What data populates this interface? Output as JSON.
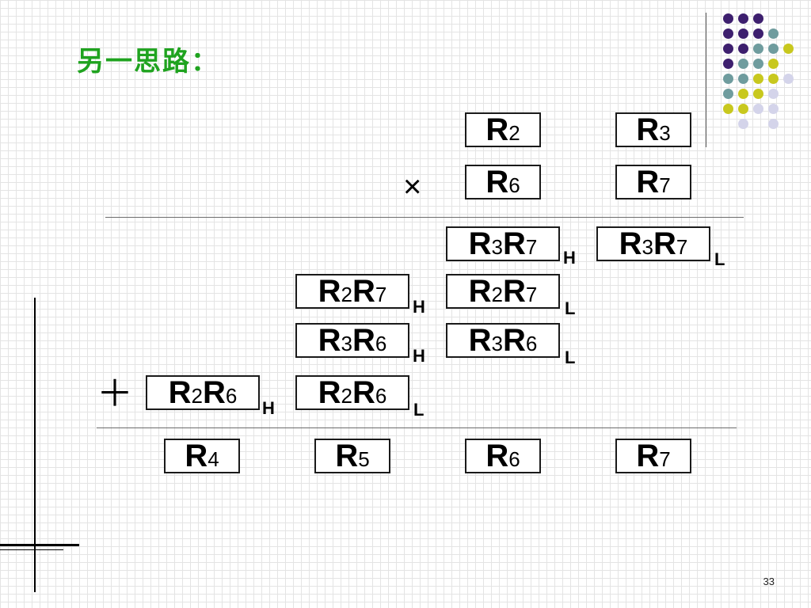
{
  "slide": {
    "title": "另一思路：",
    "page_number": "33",
    "multiply_sign": "×",
    "plus_sign": "＋"
  },
  "rows": {
    "multiplicand": [
      {
        "letter": "R",
        "num": "2"
      },
      {
        "letter": "R",
        "num": "3"
      }
    ],
    "multiplier": [
      {
        "letter": "R",
        "num": "6"
      },
      {
        "letter": "R",
        "num": "7"
      }
    ],
    "partial_r3r7": [
      {
        "a": "R",
        "an": "3",
        "b": "R",
        "bn": "7",
        "suffix": "H"
      },
      {
        "a": "R",
        "an": "3",
        "b": "R",
        "bn": "7",
        "suffix": "L"
      }
    ],
    "partial_r2r7": [
      {
        "a": "R",
        "an": "2",
        "b": "R",
        "bn": "7",
        "suffix": "H"
      },
      {
        "a": "R",
        "an": "2",
        "b": "R",
        "bn": "7",
        "suffix": "L"
      }
    ],
    "partial_r3r6": [
      {
        "a": "R",
        "an": "3",
        "b": "R",
        "bn": "6",
        "suffix": "H"
      },
      {
        "a": "R",
        "an": "3",
        "b": "R",
        "bn": "6",
        "suffix": "L"
      }
    ],
    "partial_r2r6": [
      {
        "a": "R",
        "an": "2",
        "b": "R",
        "bn": "6",
        "suffix": "H"
      },
      {
        "a": "R",
        "an": "2",
        "b": "R",
        "bn": "6",
        "suffix": "L"
      }
    ],
    "result": [
      {
        "letter": "R",
        "num": "4"
      },
      {
        "letter": "R",
        "num": "5"
      },
      {
        "letter": "R",
        "num": "6"
      },
      {
        "letter": "R",
        "num": "7"
      }
    ]
  },
  "decoration": {
    "dot_colors": {
      "purple": "#3d1f6e",
      "teal": "#6f9c9e",
      "olive": "#c8c81e",
      "lavender": "#d4d4ea"
    }
  }
}
